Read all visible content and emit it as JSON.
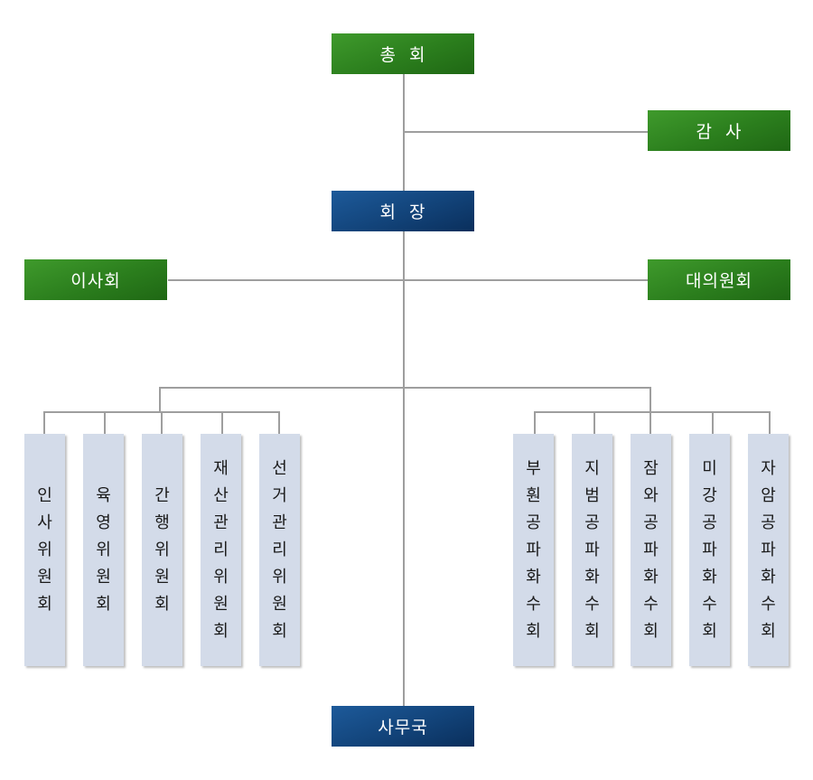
{
  "top": {
    "general_assembly": "총  회",
    "auditor": "감  사",
    "chairman": "회  장",
    "board": "이사회",
    "delegates": "대의원회",
    "secretariat": "사무국"
  },
  "committees": [
    "인사위원회",
    "육영위원회",
    "간행위원회",
    "재산관리위원회",
    "선거관리위원회"
  ],
  "regional_councils": [
    "부훤공파화수회",
    "지범공파화수회",
    "잠와공파화수회",
    "미강공파화수회",
    "자암공파화수회"
  ],
  "colors": {
    "green": "#2b7e1d",
    "blue": "#124379",
    "light_box": "#d3dbe9",
    "connector": "#9e9e9e"
  }
}
